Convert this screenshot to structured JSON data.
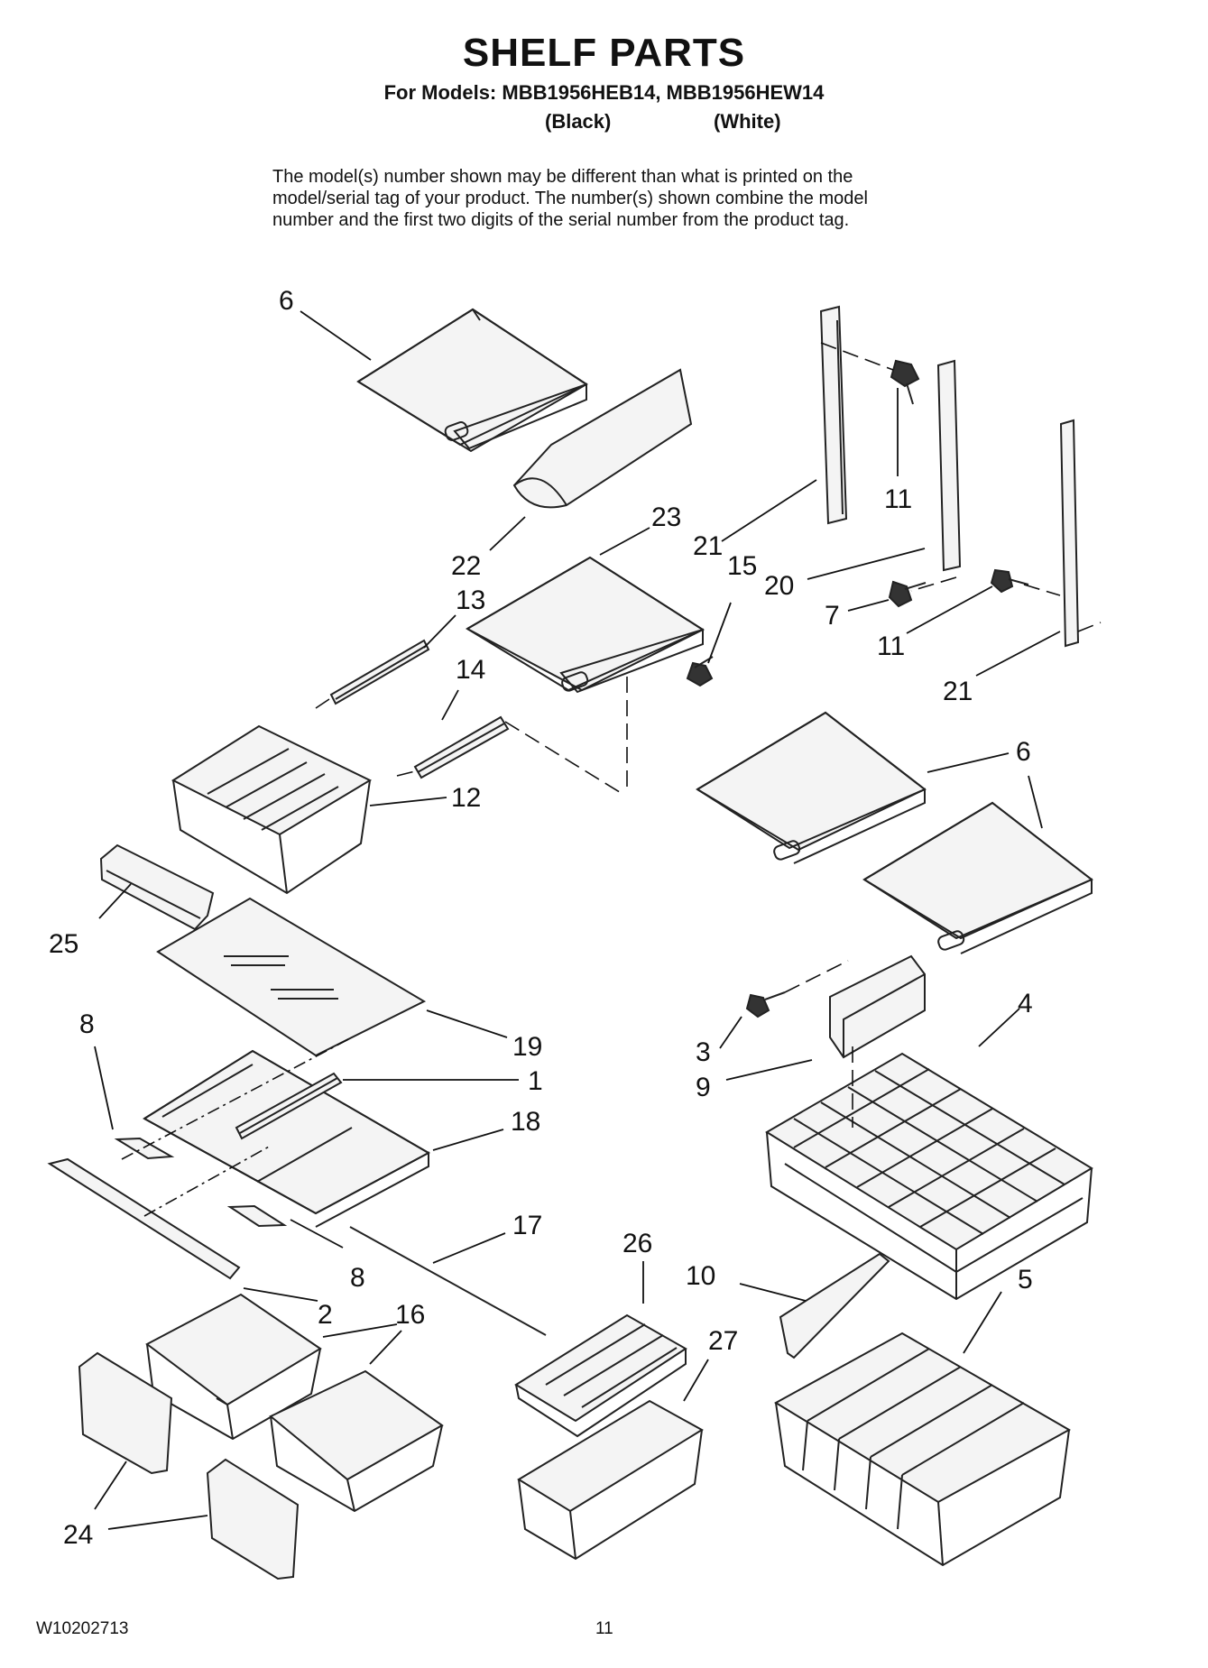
{
  "header": {
    "title": "SHELF PARTS",
    "models_line": "For Models: MBB1956HEB14, MBB1956HEW14",
    "variant_black": "(Black)",
    "variant_white": "(White)"
  },
  "notice": {
    "line1": "The model(s) number shown may be different than what is printed on the",
    "line2": "model/serial tag of your product. The number(s) shown combine the model",
    "line3": "number and the first two digits of the serial number from the product tag."
  },
  "callouts": {
    "c6a": "6",
    "c22": "22",
    "c23": "23",
    "c21a": "21",
    "c15": "15",
    "c11a": "11",
    "c20": "20",
    "c7": "7",
    "c11b": "11",
    "c21b": "21",
    "c13": "13",
    "c14": "14",
    "c12": "12",
    "c6b": "6",
    "c25": "25",
    "c19": "19",
    "c8a": "8",
    "c1": "1",
    "c18": "18",
    "c3": "3",
    "c9": "9",
    "c4": "4",
    "c17": "17",
    "c8b": "8",
    "c26": "26",
    "c10": "10",
    "c5": "5",
    "c2": "2",
    "c16": "16",
    "c27": "27",
    "c24": "24"
  },
  "footer": {
    "doc_number": "W10202713",
    "page_number": "11"
  }
}
